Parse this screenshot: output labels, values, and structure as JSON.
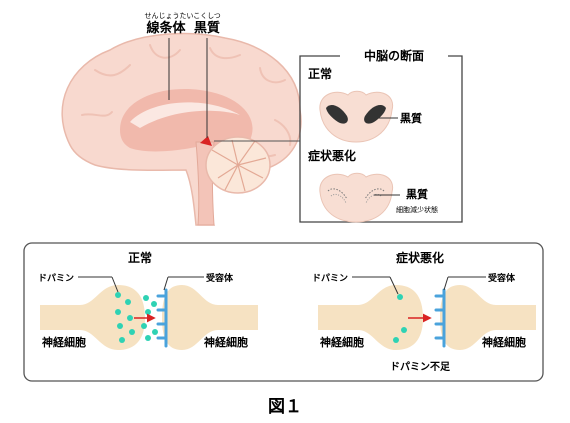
{
  "brain": {
    "ruby_striatum": "せんじょうたい",
    "label_striatum": "線条体",
    "ruby_substantia_nigra": "こくしつ",
    "label_substantia_nigra": "黒質"
  },
  "midbrain_panel": {
    "title": "中脳の断面",
    "normal_heading": "正常",
    "normal_label": "黒質",
    "worse_heading": "症状悪化",
    "worse_label": "黒質",
    "worse_sublabel": "細胞減少状態"
  },
  "synapse_panel": {
    "normal": {
      "heading": "正常",
      "dopamine_label": "ドパミン",
      "receptor_label": "受容体",
      "neuron_left": "神経細胞",
      "neuron_right": "神経細胞"
    },
    "worse": {
      "heading": "症状悪化",
      "dopamine_label": "ドパミン",
      "receptor_label": "受容体",
      "neuron_left": "神経細胞",
      "neuron_right": "神経細胞",
      "shortage_label": "ドパミン不足"
    }
  },
  "caption": "図１",
  "colors": {
    "brain_fill": "#f8d9cf",
    "brain_deep": "#f0b3a6",
    "neuron_fill": "#f6e2c2",
    "dopamine": "#2fd2b4",
    "receptor": "#4aa3dc",
    "arrow": "#d92323",
    "nigra": "#333333"
  }
}
